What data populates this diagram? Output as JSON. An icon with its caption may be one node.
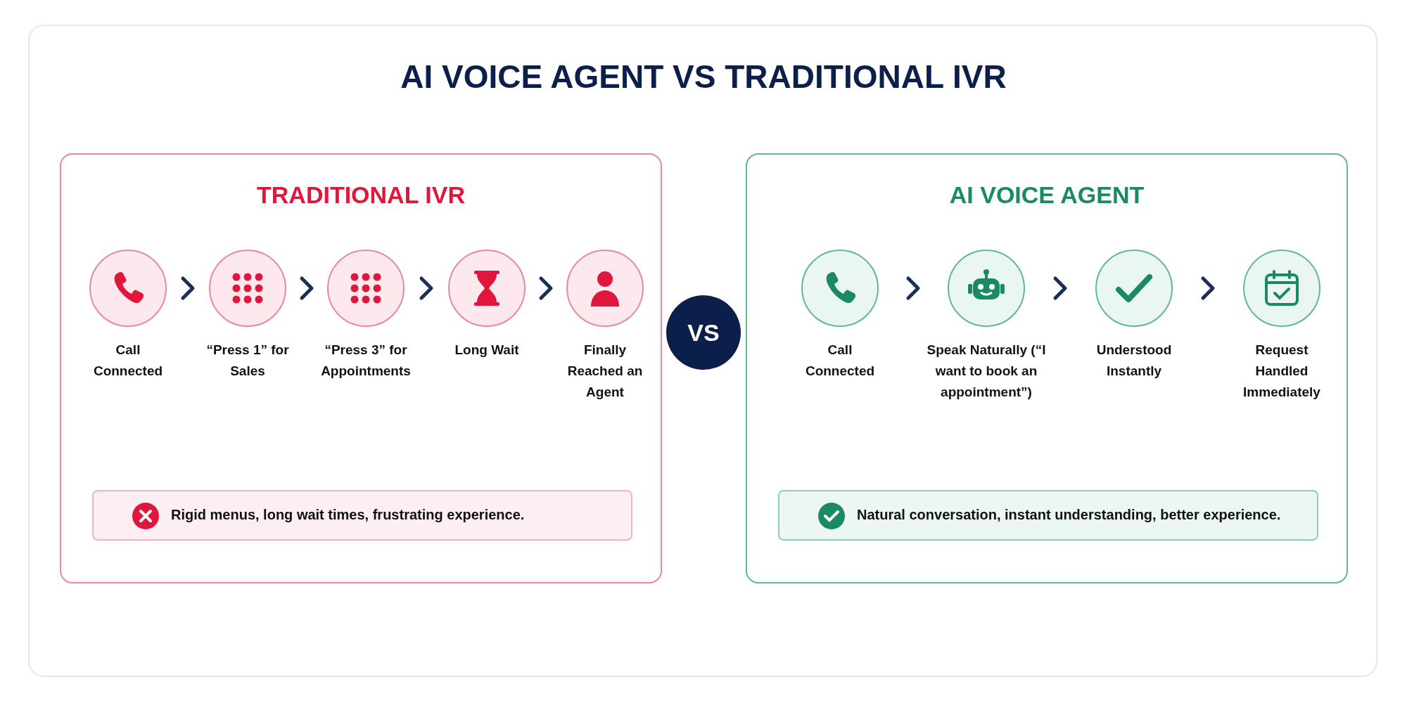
{
  "diagram": {
    "title": "AI VOICE AGENT VS TRADITIONAL IVR",
    "nodes": [
      {
        "text": [
          "TRADITIONAL IVR"
        ]
      },
      {
        "text": [
          "Call Connected"
        ],
        "in": 0
      },
      {
        "text": [
          "“Press 1” for Sales"
        ],
        "in": 0
      },
      {
        "text": [
          "“Press 3” for Appointments"
        ],
        "in": 0
      },
      {
        "text": [
          "Long Wait"
        ],
        "in": 0
      },
      {
        "text": [
          "Finally Reached an Agent"
        ],
        "in": 0
      },
      {
        "text": [
          "Rigid menus, long wait times, frustrating experience."
        ],
        "in": 0
      },
      {
        "text": [
          "VS"
        ]
      },
      {
        "text": [
          "AI VOICE AGENT"
        ]
      },
      {
        "text": [
          "Call Connected"
        ],
        "in": 8
      },
      {
        "text": [
          "Speak Naturally (“I want to book an appointment”)"
        ],
        "in": 8
      },
      {
        "text": [
          "Understood Instantly"
        ],
        "in": 8
      },
      {
        "text": [
          "Request Handled Immediately"
        ],
        "in": 8
      },
      {
        "text": [
          "Natural conversation, instant understanding, better experience."
        ],
        "in": 8
      }
    ],
    "edges": [
      {
        "from": 1,
        "to": 2,
        "arrow": "to"
      },
      {
        "from": 2,
        "to": 3,
        "arrow": "to"
      },
      {
        "from": 3,
        "to": 4,
        "arrow": "to"
      },
      {
        "from": 4,
        "to": 5,
        "arrow": "to"
      },
      {
        "from": 9,
        "to": 10,
        "arrow": "to"
      },
      {
        "from": 10,
        "to": 11,
        "arrow": "to"
      },
      {
        "from": 11,
        "to": 12,
        "arrow": "to"
      }
    ]
  }
}
